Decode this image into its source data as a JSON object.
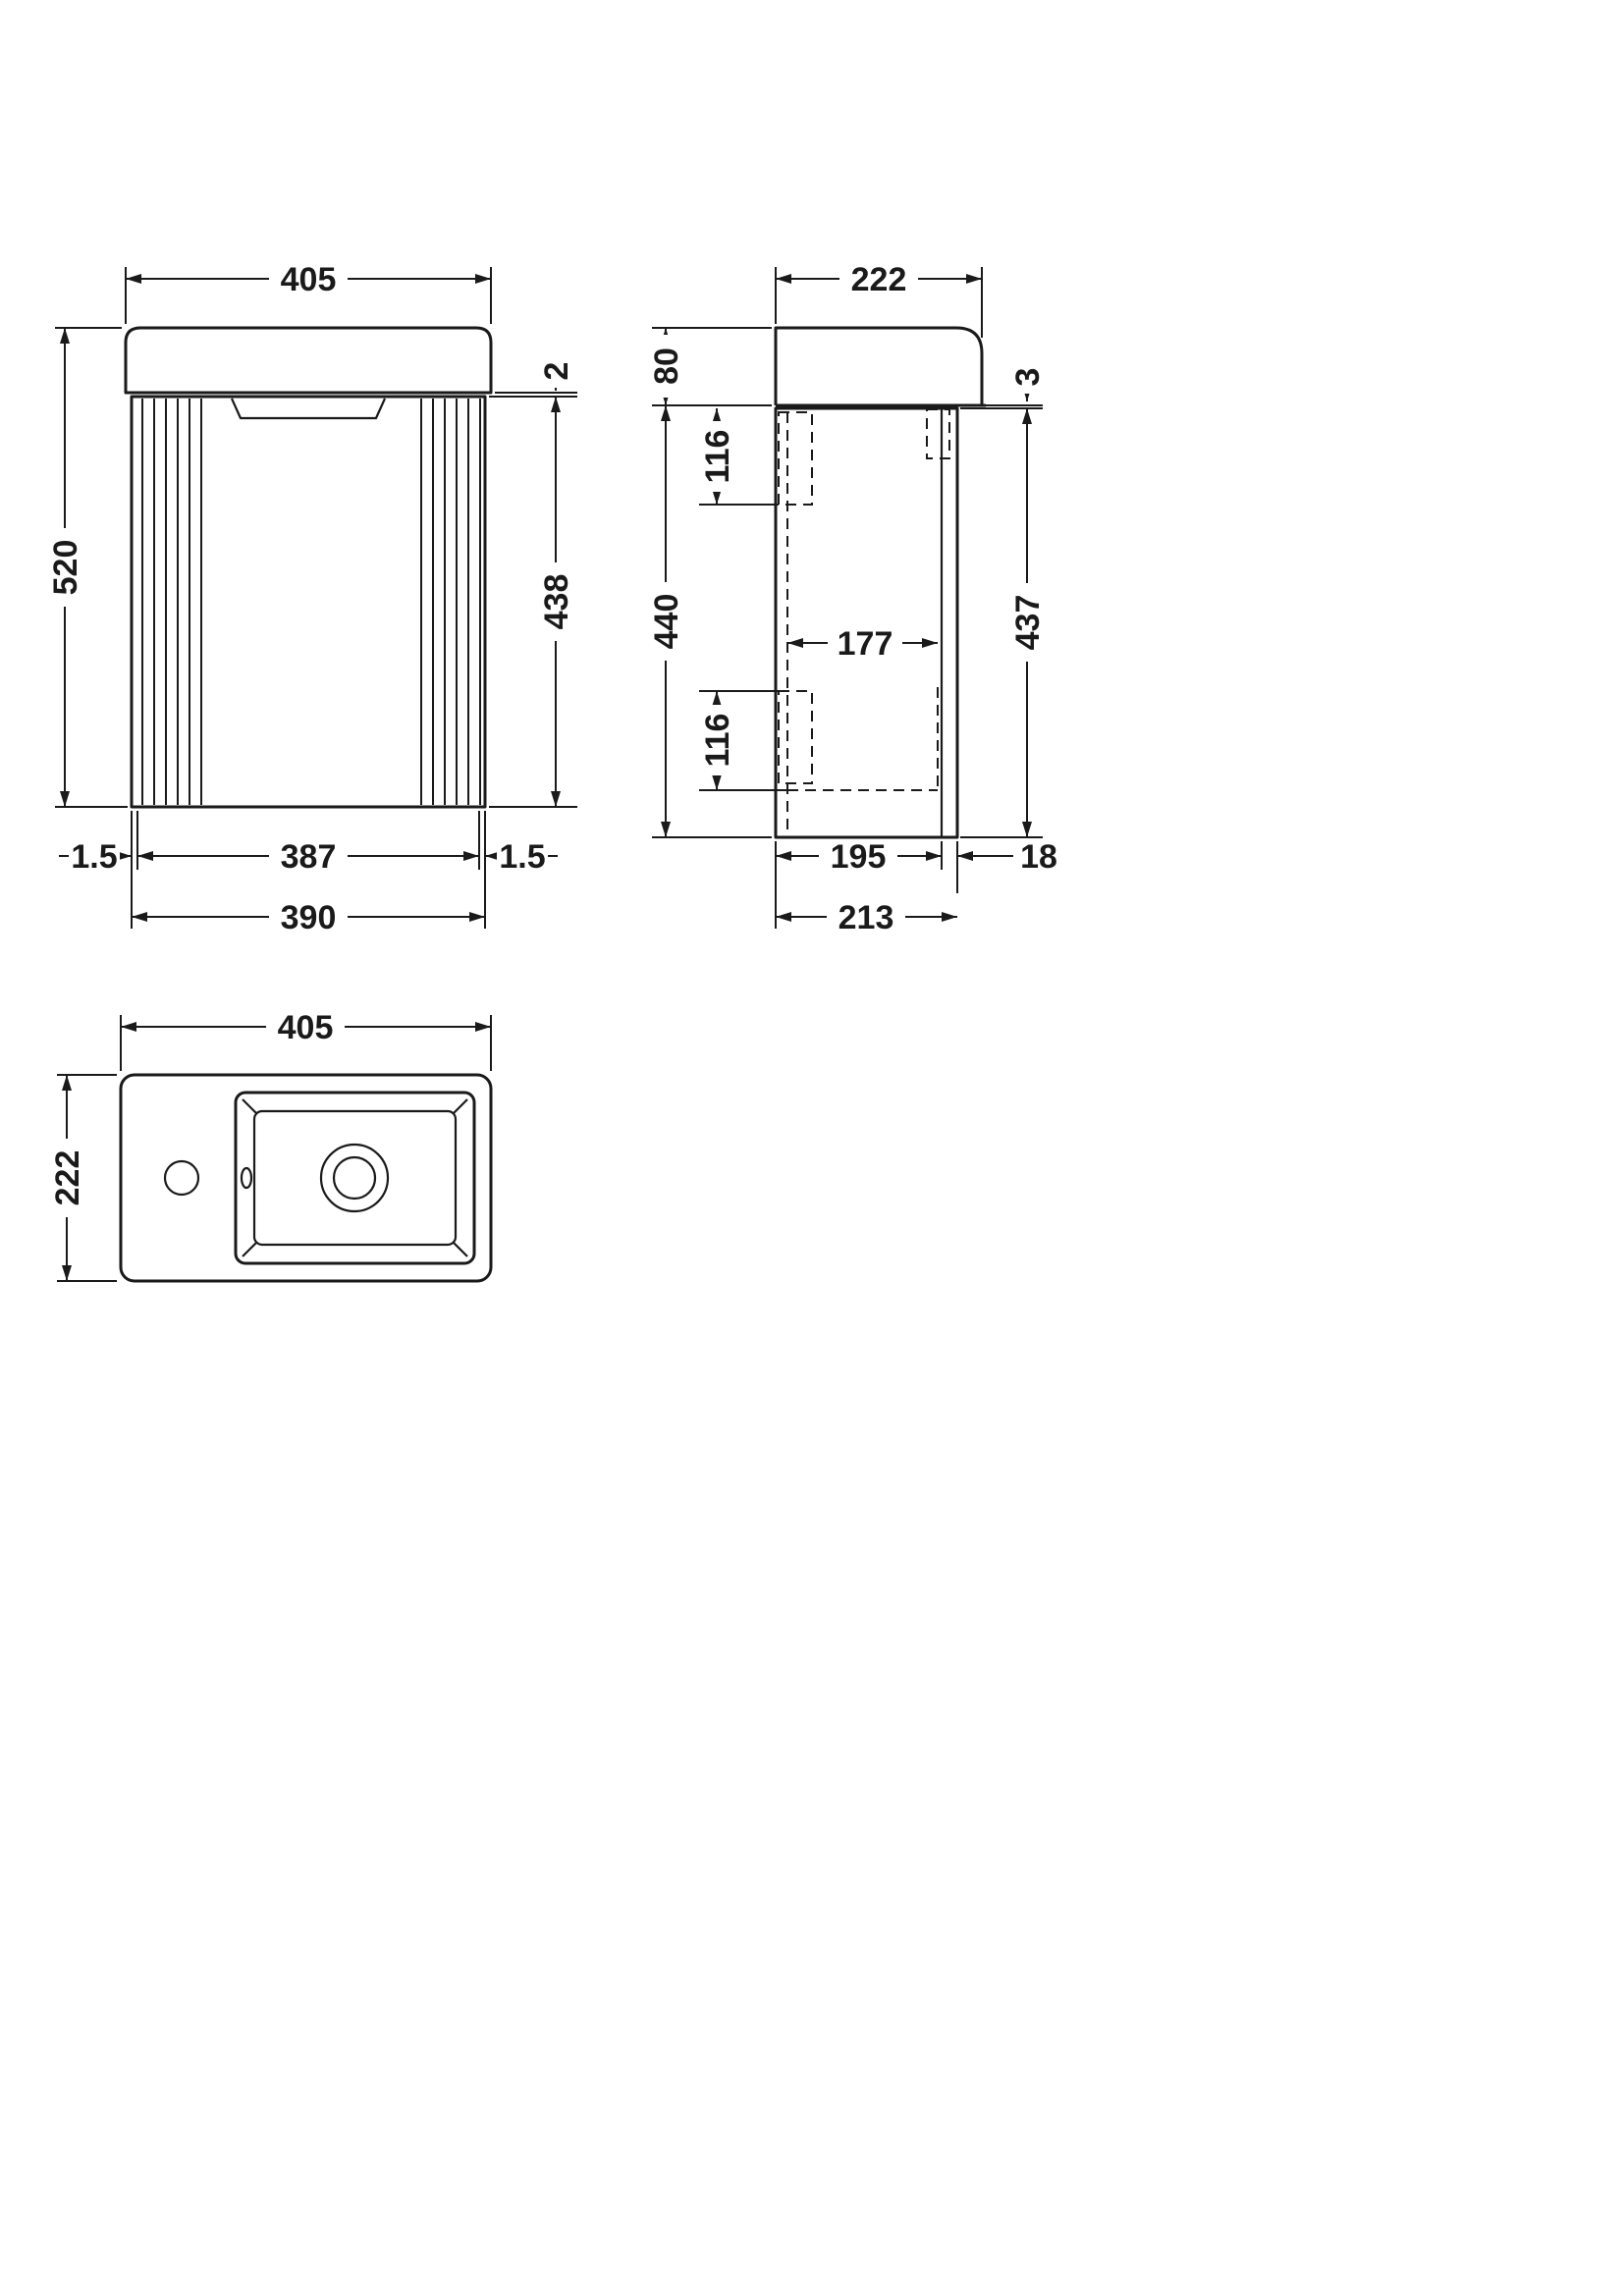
{
  "style": {
    "background": "#ffffff",
    "line_color": "#1a1a1a"
  },
  "views": {
    "front": {
      "dims": {
        "overall_width": "405",
        "overall_height": "520",
        "top_gap": "2",
        "cabinet_height": "438",
        "side_gap_left": "1.5",
        "door_width": "387",
        "side_gap_right": "1.5",
        "cabinet_width": "390"
      }
    },
    "side": {
      "dims": {
        "overall_depth": "222",
        "basin_height": "80",
        "cabinet_height": "440",
        "bracket_offset_top": "116",
        "internal_depth": "177",
        "bracket_offset_bottom": "116",
        "front_height": "437",
        "top_gap": "3",
        "carcass_depth": "195",
        "door_thickness": "18",
        "cabinet_depth": "213"
      }
    },
    "plan": {
      "dims": {
        "overall_width": "405",
        "overall_depth": "222"
      }
    }
  }
}
